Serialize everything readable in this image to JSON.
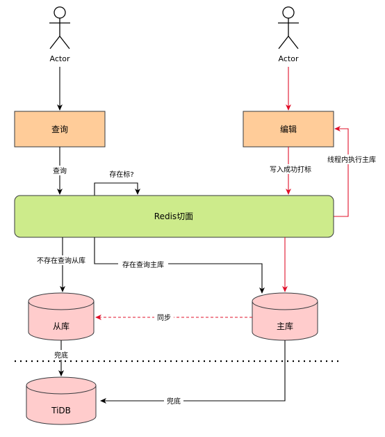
{
  "actors": {
    "left": {
      "label": "Actor"
    },
    "right": {
      "label": "Actor"
    }
  },
  "nodes": {
    "query": {
      "label": "查询",
      "fill": "#FFCC99",
      "stroke": "#36393D"
    },
    "edit": {
      "label": "编辑",
      "fill": "#FFCC99",
      "stroke": "#36393D"
    },
    "redis": {
      "label": "Redis切面",
      "fill": "#CDEB8B",
      "stroke": "#36393D"
    },
    "replica": {
      "label": "从库",
      "fill": "#FFCCCC",
      "stroke": "#36393D"
    },
    "master": {
      "label": "主库",
      "fill": "#FFCCCC",
      "stroke": "#36393D"
    },
    "tidb": {
      "label": "TiDB",
      "fill": "#FFCCCC",
      "stroke": "#36393D"
    }
  },
  "edges": {
    "query_to_redis": "查询",
    "exists_flag": "存在标?",
    "write_success_flag": "写入成功打标",
    "thread_exec_master": "线程内执行主库",
    "not_exist_query_replica": "不存在查询从库",
    "exist_query_master": "存在查询主库",
    "sync": "同步",
    "fallback_left": "兜底",
    "fallback_bottom": "兜底"
  },
  "colors": {
    "red_line": "#E0102A",
    "black_line": "#000000"
  }
}
